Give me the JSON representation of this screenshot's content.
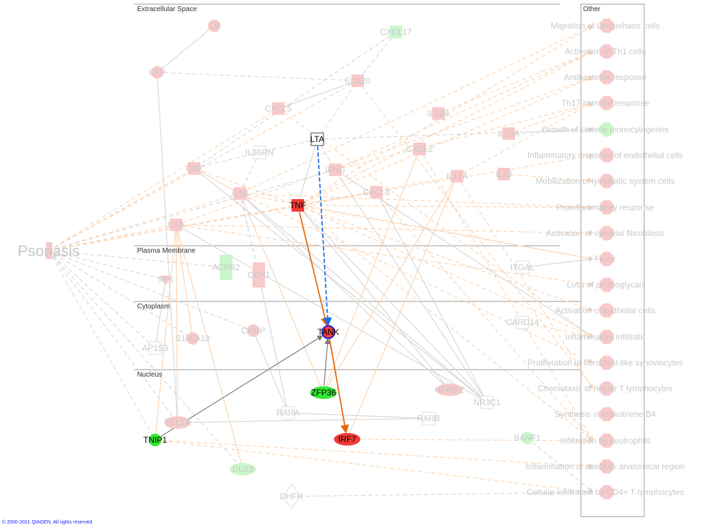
{
  "compartments": {
    "extracellular": "Extracellular Space",
    "plasma_membrane": "Plasma Membrane",
    "cytoplasm": "Cytoplasm",
    "nucleus": "Nucleus",
    "other": "Other"
  },
  "disease": "Psoriasis",
  "colors": {
    "up_faint": "#f9c9c9",
    "up_strong": "#ef3b36",
    "down_faint": "#cbf7cb",
    "down_strong": "#33e633",
    "edge_orange": "#fcd5b5",
    "edge_gray": "#d8d8d8",
    "highlight_orange": "#e8680f",
    "highlight_blue": "#1a6ee8"
  },
  "nodes": [
    {
      "id": "C9",
      "shape": "circle",
      "tone": "up_faint"
    },
    {
      "id": "CFP",
      "shape": "circle",
      "tone": "up_faint"
    },
    {
      "id": "CXCL17",
      "shape": "rect",
      "tone": "down_faint"
    },
    {
      "id": "CCL20",
      "shape": "rect",
      "tone": "up_faint"
    },
    {
      "id": "CXCL5",
      "shape": "rect",
      "tone": "up_faint"
    },
    {
      "id": "IL12B",
      "shape": "rect",
      "tone": "up_faint"
    },
    {
      "id": "IL23A",
      "shape": "rect",
      "tone": "up_faint"
    },
    {
      "id": "LTA",
      "shape": "rect",
      "tone": "white",
      "focus": true
    },
    {
      "id": "IL36RN",
      "shape": "rect",
      "tone": "white"
    },
    {
      "id": "IFNG",
      "shape": "rect",
      "tone": "up_faint"
    },
    {
      "id": "CXCL2",
      "shape": "rect",
      "tone": "up_faint"
    },
    {
      "id": "Ccl2",
      "shape": "rect",
      "tone": "up_faint"
    },
    {
      "id": "IL17A",
      "shape": "rect",
      "tone": "up_faint"
    },
    {
      "id": "IL33",
      "shape": "rect",
      "tone": "up_faint"
    },
    {
      "id": "CXCL8",
      "shape": "rect",
      "tone": "up_faint"
    },
    {
      "id": "IL1B",
      "shape": "rect",
      "tone": "up_faint"
    },
    {
      "id": "TNF",
      "shape": "rect",
      "tone": "up_strong",
      "focus": true
    },
    {
      "id": "IL1A",
      "shape": "rect",
      "tone": "up_faint"
    },
    {
      "id": "ACKR2",
      "shape": "tallrect",
      "tone": "down_faint"
    },
    {
      "id": "CCR1",
      "shape": "tallrect",
      "tone": "up_faint"
    },
    {
      "id": "TEK",
      "shape": "triangle",
      "tone": "up_faint"
    },
    {
      "id": "ITGAL",
      "shape": "rect",
      "tone": "white"
    },
    {
      "id": "CAMP",
      "shape": "circle",
      "tone": "up_faint"
    },
    {
      "id": "S100A13",
      "shape": "circle",
      "tone": "up_faint"
    },
    {
      "id": "AP1S3",
      "shape": "rect",
      "tone": "white"
    },
    {
      "id": "TANK",
      "shape": "circle",
      "tone": "up_strong",
      "focus": true,
      "selected": true
    },
    {
      "id": "CARD14",
      "shape": "rect",
      "tone": "white"
    },
    {
      "id": "ZFP36",
      "shape": "ellipse",
      "tone": "down_strong",
      "focus": true
    },
    {
      "id": "NFKBIZ",
      "shape": "ellipse",
      "tone": "up_faint"
    },
    {
      "id": "NR3C1",
      "shape": "rect",
      "tone": "white"
    },
    {
      "id": "RARA",
      "shape": "rect",
      "tone": "white"
    },
    {
      "id": "RARB",
      "shape": "rect",
      "tone": "white"
    },
    {
      "id": "TCL1A",
      "shape": "ellipse",
      "tone": "up_faint"
    },
    {
      "id": "TNIP1",
      "shape": "circle",
      "tone": "down_strong",
      "focus": true
    },
    {
      "id": "IRF7",
      "shape": "ellipse",
      "tone": "up_strong",
      "focus": true
    },
    {
      "id": "BANF1",
      "shape": "circle",
      "tone": "down_faint"
    },
    {
      "id": "DLX3",
      "shape": "ellipse",
      "tone": "down_faint"
    },
    {
      "id": "DHFR",
      "shape": "diamond",
      "tone": "white"
    }
  ],
  "functions": [
    {
      "label": "Migration of Langerhans cells",
      "tone": "up_faint"
    },
    {
      "label": "Activation of Th1 cells",
      "tone": "up_faint"
    },
    {
      "label": "Antibacterial response",
      "tone": "up_faint"
    },
    {
      "label": "Th17 immune response",
      "tone": "up_faint"
    },
    {
      "label": "Growth of Listeria monocytogenes",
      "tone": "down_faint"
    },
    {
      "label": "Inflammatory response of endothelial cells",
      "tone": "up_faint"
    },
    {
      "label": "Mobilization of lymphatic system cells",
      "tone": "up_faint"
    },
    {
      "label": "Proinflammatory response",
      "tone": "up_faint"
    },
    {
      "label": "Activation of synovial fibroblasts",
      "tone": "up_faint"
    },
    {
      "label": "Fever",
      "tone": "up_faint"
    },
    {
      "label": "Loss of proteoglycan",
      "tone": "up_faint"
    },
    {
      "label": "Activation of epithelial cells",
      "tone": "up_faint"
    },
    {
      "label": "Inflammatory infiltrate",
      "tone": "up_faint"
    },
    {
      "label": "Proliferation of fibroblast-like synoviocytes",
      "tone": "up_faint"
    },
    {
      "label": "Chemotaxis of helper T lymphocytes",
      "tone": "up_faint"
    },
    {
      "label": "Synthesis of leukotriene B4",
      "tone": "up_faint"
    },
    {
      "label": "Infiltration by neutrophils",
      "tone": "up_faint"
    },
    {
      "label": "Inflammation of absolute anatomical region",
      "tone": "up_faint"
    },
    {
      "label": "Cellular infiltration by CD4+ T-lymphocytes",
      "tone": "up_faint"
    }
  ],
  "highlight_edges": [
    {
      "from": "TNF",
      "to": "TANK",
      "style": "highlight_orange"
    },
    {
      "from": "LTA",
      "to": "TANK",
      "style": "highlight_blue"
    },
    {
      "from": "TANK",
      "to": "IRF7",
      "style": "highlight_orange"
    },
    {
      "from": "TNIP1",
      "to": "TANK",
      "style": "dark"
    },
    {
      "from": "ZFP36",
      "to": "TANK",
      "style": "dark"
    }
  ],
  "background_edges": [
    [
      "C9",
      "CFP",
      "gs"
    ],
    [
      "CFP",
      "CCL20",
      "gd"
    ],
    [
      "TCL1A",
      "CFP",
      "gs"
    ],
    [
      "Psoriasis",
      "CXCL5",
      "od"
    ],
    [
      "Psoriasis",
      "CCL20",
      "od"
    ],
    [
      "Psoriasis",
      "Ccl2",
      "od"
    ],
    [
      "Psoriasis",
      "IL1B",
      "od"
    ],
    [
      "Psoriasis",
      "IL1A",
      "od"
    ],
    [
      "Psoriasis",
      "TNF",
      "od"
    ],
    [
      "Psoriasis",
      "IFNG",
      "gd"
    ],
    [
      "Psoriasis",
      "TEK",
      "gd"
    ],
    [
      "Psoriasis",
      "AP1S3",
      "gd"
    ],
    [
      "Psoriasis",
      "S100A13",
      "gd"
    ],
    [
      "Psoriasis",
      "TNIP1",
      "gd"
    ],
    [
      "Psoriasis",
      "TCL1A",
      "gd"
    ],
    [
      "Psoriasis",
      "DLX3",
      "gd"
    ],
    [
      "Psoriasis",
      "CXCL8",
      "od"
    ],
    [
      "Psoriasis",
      "IL17A",
      "od"
    ],
    [
      "Psoriasis",
      "ACKR2",
      "gd"
    ],
    [
      "Psoriasis",
      "CAMP",
      "gd"
    ],
    [
      "CXCL17",
      "CCL20",
      "gd"
    ],
    [
      "CXCL17",
      "Ccl2",
      "gd"
    ],
    [
      "CXCL5",
      "CCL20",
      "gs"
    ],
    [
      "LTA",
      "CCL20",
      "gd"
    ],
    [
      "LTA",
      "IL36RN",
      "gd"
    ],
    [
      "LTA",
      "IFNG",
      "gd"
    ],
    [
      "LTA",
      "TNF",
      "gs"
    ],
    [
      "IL1B",
      "IL36RN",
      "gd"
    ],
    [
      "IL36RN",
      "Ccl2",
      "gd"
    ],
    [
      "TNF",
      "Ccl2",
      "od"
    ],
    [
      "IL1B",
      "Ccl2",
      "os"
    ],
    [
      "TNF",
      "f0",
      "od"
    ],
    [
      "TNF",
      "f1",
      "od"
    ],
    [
      "TNF",
      "f2",
      "od"
    ],
    [
      "TNF",
      "f5",
      "od"
    ],
    [
      "TNF",
      "f7",
      "od"
    ],
    [
      "TNF",
      "f9",
      "od"
    ],
    [
      "TNF",
      "f11",
      "od"
    ],
    [
      "TNF",
      "f12",
      "od"
    ],
    [
      "TNF",
      "f16",
      "od"
    ],
    [
      "IL1B",
      "f0",
      "od"
    ],
    [
      "IL1B",
      "f7",
      "od"
    ],
    [
      "IL1B",
      "f9",
      "od"
    ],
    [
      "IL1B",
      "f13",
      "od"
    ],
    [
      "IL1A",
      "f2",
      "od"
    ],
    [
      "IL1A",
      "f8",
      "od"
    ],
    [
      "IL1A",
      "f10",
      "od"
    ],
    [
      "IFNG",
      "f1",
      "od"
    ],
    [
      "IFNG",
      "f3",
      "od"
    ],
    [
      "IFNG",
      "f12",
      "gs"
    ],
    [
      "IL17A",
      "f3",
      "od"
    ],
    [
      "IL17A",
      "f14",
      "od"
    ],
    [
      "IL23A",
      "f3",
      "od"
    ],
    [
      "IL12B",
      "f1",
      "od"
    ],
    [
      "IL33",
      "f6",
      "od"
    ],
    [
      "CXCL8",
      "f16",
      "od"
    ],
    [
      "CXCL2",
      "f16",
      "od"
    ],
    [
      "CCL20",
      "f14",
      "od"
    ],
    [
      "CXCL5",
      "f12",
      "od"
    ],
    [
      "LTA",
      "f4",
      "gd"
    ],
    [
      "IL23A",
      "f4",
      "gd"
    ],
    [
      "NFKBIZ",
      "IL1B",
      "gs"
    ],
    [
      "NFKBIZ",
      "TNF",
      "gs"
    ],
    [
      "NR3C1",
      "IL1B",
      "gs"
    ],
    [
      "NR3C1",
      "CXCL8",
      "gs"
    ],
    [
      "NR3C1",
      "Ccl2",
      "gs"
    ],
    [
      "NR3C1",
      "IL1A",
      "gs"
    ],
    [
      "NR3C1",
      "IFNG",
      "gs"
    ],
    [
      "NR3C1",
      "TNF",
      "gs"
    ],
    [
      "RARA",
      "RARB",
      "gs"
    ],
    [
      "RARB",
      "TCL1A",
      "gs"
    ],
    [
      "RARA",
      "CAMP",
      "gs"
    ],
    [
      "RARA",
      "CCR1",
      "od"
    ],
    [
      "TCL1A",
      "IL1A",
      "os"
    ],
    [
      "TNIP1",
      "IL1A",
      "os"
    ],
    [
      "DLX3",
      "IL1A",
      "os"
    ],
    [
      "S100A13",
      "IL1A",
      "os"
    ],
    [
      "TNIP1",
      "f17",
      "od"
    ],
    [
      "TNIP1",
      "f18",
      "od"
    ],
    [
      "IRF7",
      "f16",
      "od"
    ],
    [
      "DHFR",
      "f18",
      "gd"
    ],
    [
      "BANF1",
      "f18",
      "gd"
    ],
    [
      "CARD14",
      "f12",
      "od"
    ],
    [
      "ITGAL",
      "f9",
      "gs"
    ],
    [
      "ZFP36",
      "IL1B",
      "os"
    ],
    [
      "ZFP36",
      "CXCL2",
      "os"
    ],
    [
      "ZFP36",
      "IL17A",
      "os"
    ],
    [
      "IRF7",
      "IL17A",
      "os"
    ],
    [
      "IL1B",
      "CCR1",
      "bd"
    ],
    [
      "CCR1",
      "RARA",
      "bd"
    ],
    [
      "TEK",
      "AP1S3",
      "gs"
    ]
  ],
  "copyright": "© 2000-2021 QIAGEN. All rights reserved."
}
